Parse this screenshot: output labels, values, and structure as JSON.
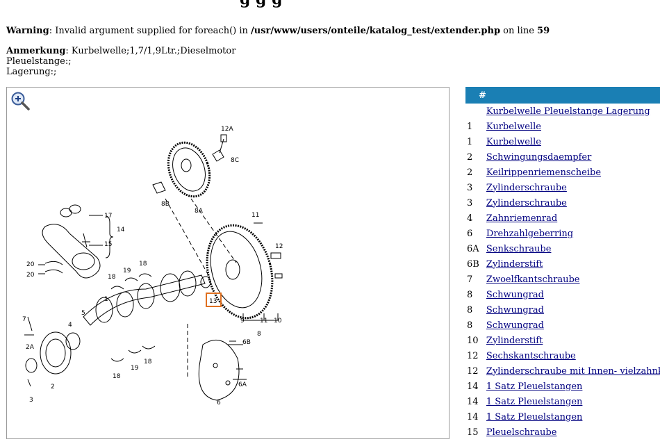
{
  "page": {
    "title_fragment": "g  g   g",
    "warning": {
      "label": "Warning",
      "text": ": Invalid argument supplied for foreach() in ",
      "path": "/usr/www/users/onteile/katalog_test/extender.php",
      "on_line": " on line ",
      "line": "59"
    },
    "note": {
      "label": "Anmerkung",
      "line1": ": Kurbelwelle;1,7/1,9Ltr.;Dieselmotor",
      "line2": "Pleuelstange:;",
      "line3": "Lagerung:;"
    }
  },
  "diagram": {
    "zoom_icon": "magnifier-plus-icon",
    "labels": [
      "12A",
      "8C",
      "8B",
      "8A",
      "17",
      "14",
      "15",
      "20",
      "20",
      "11",
      "12",
      "19",
      "18",
      "18",
      "1",
      "5",
      "4",
      "7",
      "2A",
      "13",
      "9",
      "11",
      "10",
      "8",
      "6B",
      "6A",
      "6",
      "18",
      "19",
      "18",
      "3",
      "2"
    ],
    "highlight_label": "13",
    "accent": "#e07020"
  },
  "parts_table": {
    "header": "#",
    "header_color": "#1a7fb4",
    "link_color": "#000080",
    "rows": [
      {
        "num": "",
        "name": "Kurbelwelle Pleuelstange Lagerung"
      },
      {
        "num": "1",
        "name": "Kurbelwelle"
      },
      {
        "num": "1",
        "name": "Kurbelwelle"
      },
      {
        "num": "2",
        "name": "Schwingungsdaempfer"
      },
      {
        "num": "2",
        "name": "Keilrippenriemenscheibe"
      },
      {
        "num": "3",
        "name": "Zylinderschraube"
      },
      {
        "num": "3",
        "name": "Zylinderschraube"
      },
      {
        "num": "4",
        "name": "Zahnriemenrad"
      },
      {
        "num": "6",
        "name": "Drehzahlgeberring"
      },
      {
        "num": "6A",
        "name": "Senkschraube"
      },
      {
        "num": "6B",
        "name": "Zylinderstift"
      },
      {
        "num": "7",
        "name": "Zwoelfkantschraube"
      },
      {
        "num": "8",
        "name": "Schwungrad"
      },
      {
        "num": "8",
        "name": "Schwungrad"
      },
      {
        "num": "8",
        "name": "Schwungrad"
      },
      {
        "num": "10",
        "name": "Zylinderstift"
      },
      {
        "num": "12",
        "name": "Sechskantschraube"
      },
      {
        "num": "12",
        "name": "Zylinderschraube mit Innen- vielzahnkopf"
      },
      {
        "num": "14",
        "name": "1 Satz Pleuelstangen"
      },
      {
        "num": "14",
        "name": "1 Satz Pleuelstangen"
      },
      {
        "num": "14",
        "name": "1 Satz Pleuelstangen"
      },
      {
        "num": "15",
        "name": "Pleuelschraube"
      }
    ]
  }
}
